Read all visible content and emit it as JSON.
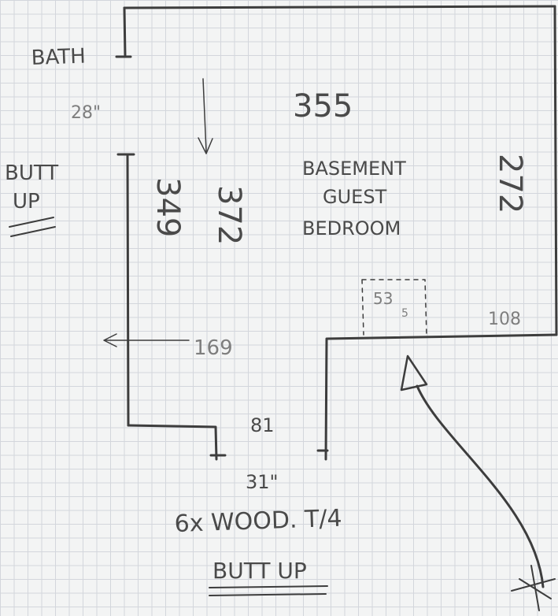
{
  "room_name": [
    "BASEMENT",
    "GUEST",
    "BEDROOM"
  ],
  "labels": {
    "bath": "BATH",
    "bath_gap": "28\"",
    "butt_up_left_1": "BUTT",
    "butt_up_left_2": "UP",
    "top_width": "355",
    "left_height_outer": "349",
    "left_height_inner": "372",
    "right_height": "272",
    "left_return_width": "169",
    "step_width": "81",
    "door_width": "31\"",
    "alcove_width": "53",
    "alcove_depth": "5",
    "right_return_width": "108",
    "note_wood": "6x WOOD. T/4",
    "butt_up_bottom": "BUTT UP"
  },
  "colors": {
    "paper": "#f3f4f4",
    "grid": "#d3d6dc",
    "pencil_dark": "#3d3d3d",
    "pencil_light": "#7e7e7e"
  }
}
